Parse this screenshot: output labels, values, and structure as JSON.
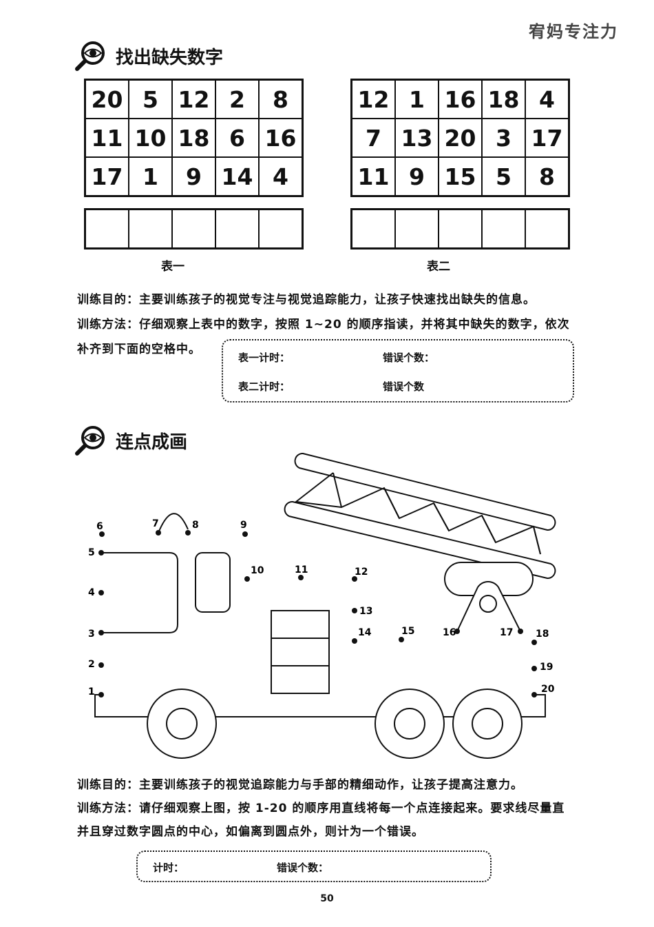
{
  "header": {
    "brand": "宥妈专注力"
  },
  "section1": {
    "title": "找出缺失数字",
    "icon": "magnifier-eye-icon",
    "table1": {
      "rows": [
        [
          "20",
          "5",
          "12",
          "2",
          "8"
        ],
        [
          "11",
          "10",
          "18",
          "6",
          "16"
        ],
        [
          "17",
          "1",
          "9",
          "14",
          "4"
        ]
      ],
      "caption": "表一"
    },
    "table2": {
      "rows": [
        [
          "12",
          "1",
          "16",
          "18",
          "4"
        ],
        [
          "7",
          "13",
          "20",
          "3",
          "17"
        ],
        [
          "11",
          "9",
          "15",
          "5",
          "8"
        ]
      ],
      "caption": "表二"
    },
    "purpose": "训练目的：主要训练孩子的视觉专注与视觉追踪能力，让孩子快速找出缺失的信息。",
    "method_line1": "训练方法：仔细观察上表中的数字，按照 1~20 的顺序指读，并将其中缺失的数字，依次",
    "method_line2": "补齐到下面的空格中。",
    "timer": {
      "t1": "表一计时：",
      "e1": "错误个数：",
      "t2": "表二计时：",
      "e2": "错误个数"
    }
  },
  "section2": {
    "title": "连点成画",
    "icon": "magnifier-eye-icon",
    "dot_labels": [
      "1",
      "2",
      "3",
      "4",
      "5",
      "6",
      "7",
      "8",
      "9",
      "10",
      "11",
      "12",
      "13",
      "14",
      "15",
      "16",
      "17",
      "18",
      "19",
      "20"
    ],
    "purpose": "训练目的：主要训练孩子的视觉追踪能力与手部的精细动作，让孩子提高注意力。",
    "method_line1": "训练方法：请仔细观察上图，按 1-20 的顺序用直线将每一个点连接起来。要求线尽量直",
    "method_line2": "并且穿过数字圆点的中心，如偏离到圆点外，则计为一个错误。",
    "timer": {
      "t": "计时：",
      "e": "错误个数："
    }
  },
  "footer": {
    "page_number": "50"
  }
}
